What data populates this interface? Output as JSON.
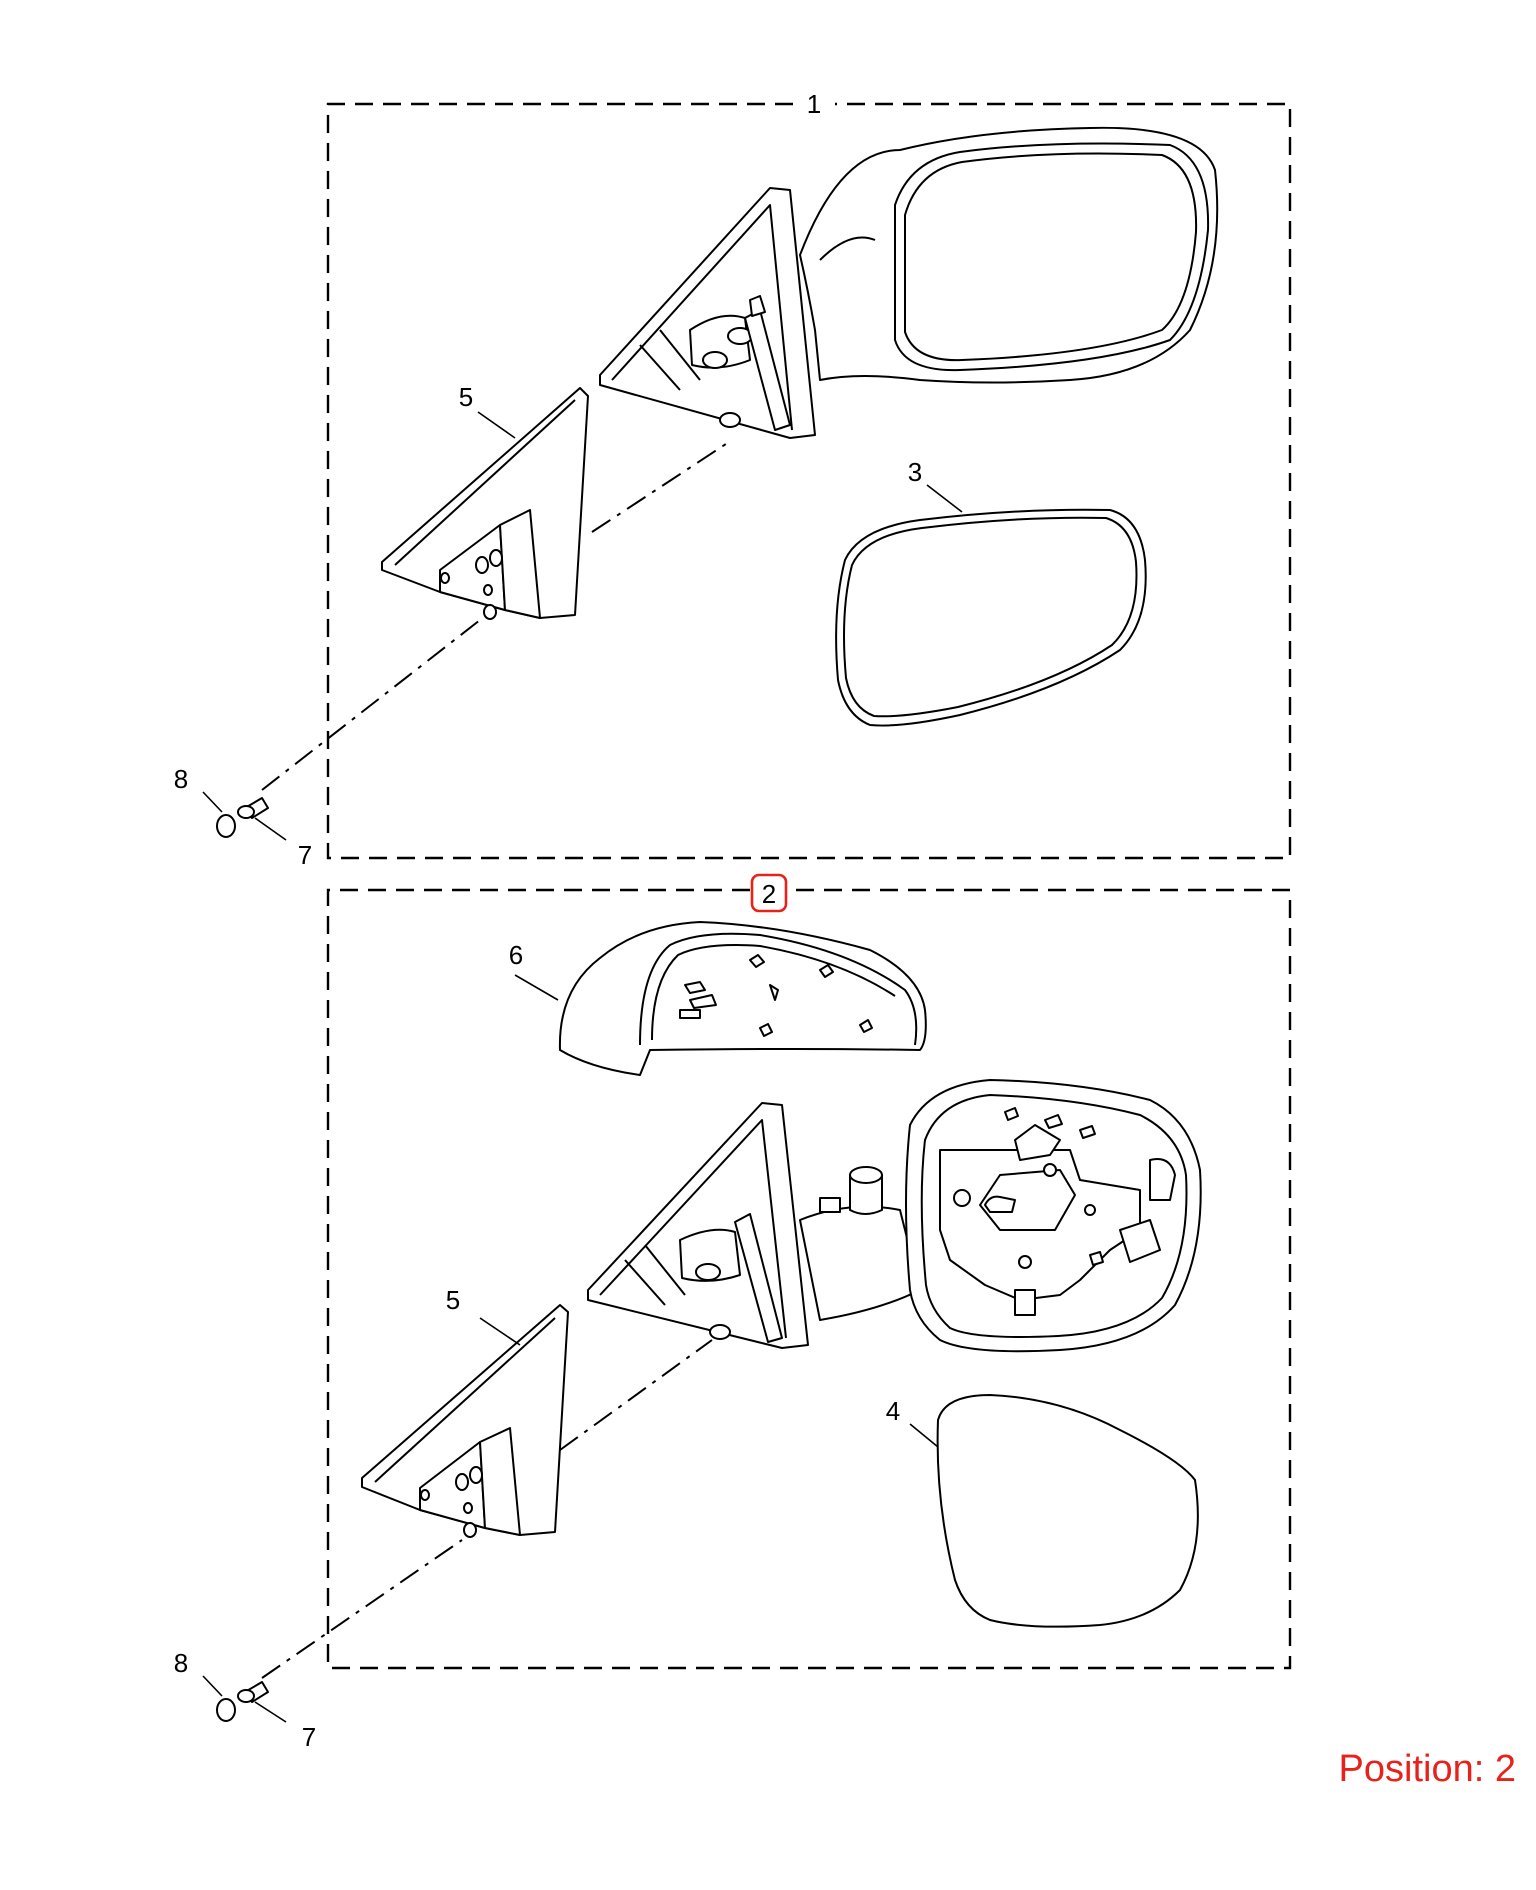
{
  "diagram": {
    "callouts": {
      "c1": "1",
      "c2": "2",
      "c3": "3",
      "c4": "4",
      "c5_top": "5",
      "c5_bottom": "5",
      "c6": "6",
      "c7_top": "7",
      "c7_bottom": "7",
      "c8_top": "8",
      "c8_bottom": "8"
    },
    "highlighted_callout": "2",
    "highlight_color": "#e8221b",
    "position_label": "Position: 2"
  }
}
